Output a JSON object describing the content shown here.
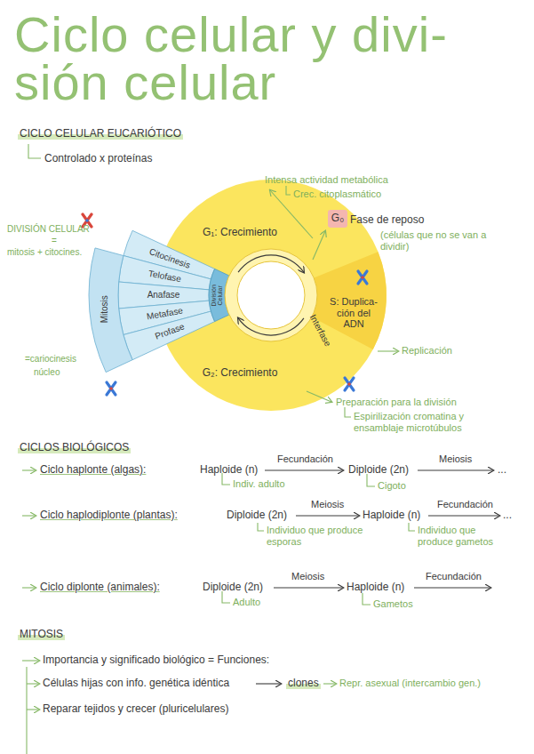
{
  "diagram": {
    "title": "Ciclo celular y divi- sión celular",
    "nodes": [
      {
        "text": [
          "G₁: Crecimiento"
        ]
      },
      {
        "text": [
          "G₀"
        ]
      },
      {
        "text": [
          "Citocinesis"
        ]
      },
      {
        "text": [
          "Telofase"
        ]
      },
      {
        "text": [
          "Anafase"
        ]
      },
      {
        "text": [
          "Mitosis"
        ]
      },
      {
        "text": [
          "División Celular"
        ]
      },
      {
        "text": [
          "Metafase"
        ]
      },
      {
        "text": [
          "Interfase"
        ]
      },
      {
        "text": [
          "S: Duplica- ción del ADN"
        ]
      },
      {
        "text": [
          "Profase"
        ]
      },
      {
        "text": [
          "G₂: Crecimiento"
        ]
      }
    ],
    "labels": [
      "CICLO CELULAR EUCARIÓTICO",
      "Controlado x proteínas",
      "Intensa actividad metabólica",
      "Crec. citoplasmático",
      "Fase de reposo",
      "(células que no se van a dividir)",
      "DIVISIÓN CELULAR",
      "=",
      "mitosis + citocines.",
      "=cariocinesis",
      "núcleo",
      "Replicación",
      "Preparación para la división",
      "Espirilización cromatina y ensamblaje microtúbulos",
      "CICLOS BIOLÓGICOS",
      "Ciclo haplonte (algas):",
      "Haploide (n)",
      "Fecundación",
      "Diploide (2n)",
      "Meiosis",
      "...",
      "Indiv. adulto",
      "Cigoto",
      "Ciclo haplodiplonte (plantas):",
      "Diploide (2n)",
      "Meiosis",
      "Haploide (n)",
      "Fecundación",
      "...",
      "Individuo que produce esporas",
      "Individuo que produce gametos",
      "Ciclo diplonte (animales):",
      "Diploide (2n)",
      "Meiosis",
      "Haploide (n)",
      "Fecundación",
      "Adulto",
      "Gametos",
      "MITOSIS",
      "Importancia y significado biológico = Funciones:",
      "Células hijas con info. genética idéntica",
      "clones",
      "Repr. asexual (intercambio gen.)",
      "Reparar tejidos y crecer (pluricelulares)"
    ]
  }
}
